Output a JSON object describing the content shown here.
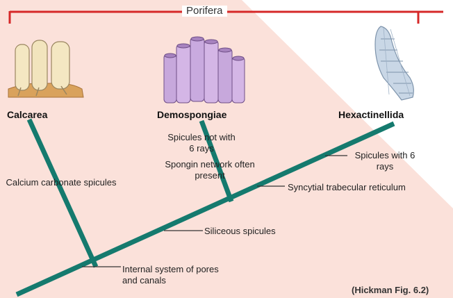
{
  "diagram": {
    "title": "Porifera",
    "taxa": [
      "Calcarea",
      "Demospongiae",
      "Hexactinellida"
    ],
    "traits": {
      "calcium": "Calcium carbonate spicules",
      "spicules_not_6": "Spicules not with 6 rays",
      "spongin": "Spongin network often present",
      "spicules_6": "Spicules with 6 rays",
      "syncytial": "Syncytial trabecular reticulum",
      "siliceous": "Siliceous spicules",
      "internal": "Internal system of pores and canals"
    },
    "citation": "(Hickman Fig. 6.2)"
  },
  "colors": {
    "branch": "#157a6e",
    "bracket": "#d62828",
    "background_band": "#fbe1da"
  }
}
